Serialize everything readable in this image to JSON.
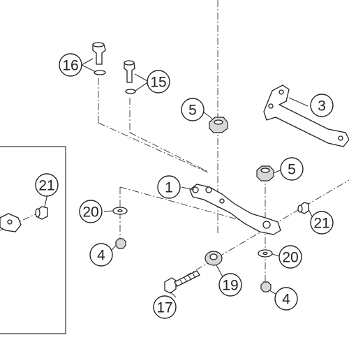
{
  "diagram": {
    "callouts": [
      {
        "id": "c1",
        "label": "1"
      },
      {
        "id": "c3",
        "label": "3"
      },
      {
        "id": "c4a",
        "label": "4"
      },
      {
        "id": "c4b",
        "label": "4"
      },
      {
        "id": "c5a",
        "label": "5"
      },
      {
        "id": "c5b",
        "label": "5"
      },
      {
        "id": "c15",
        "label": "15"
      },
      {
        "id": "c16",
        "label": "16"
      },
      {
        "id": "c17",
        "label": "17"
      },
      {
        "id": "c19",
        "label": "19"
      },
      {
        "id": "c20a",
        "label": "20"
      },
      {
        "id": "c20b",
        "label": "20"
      },
      {
        "id": "c21a",
        "label": "21"
      },
      {
        "id": "c21b",
        "label": "21"
      }
    ]
  }
}
